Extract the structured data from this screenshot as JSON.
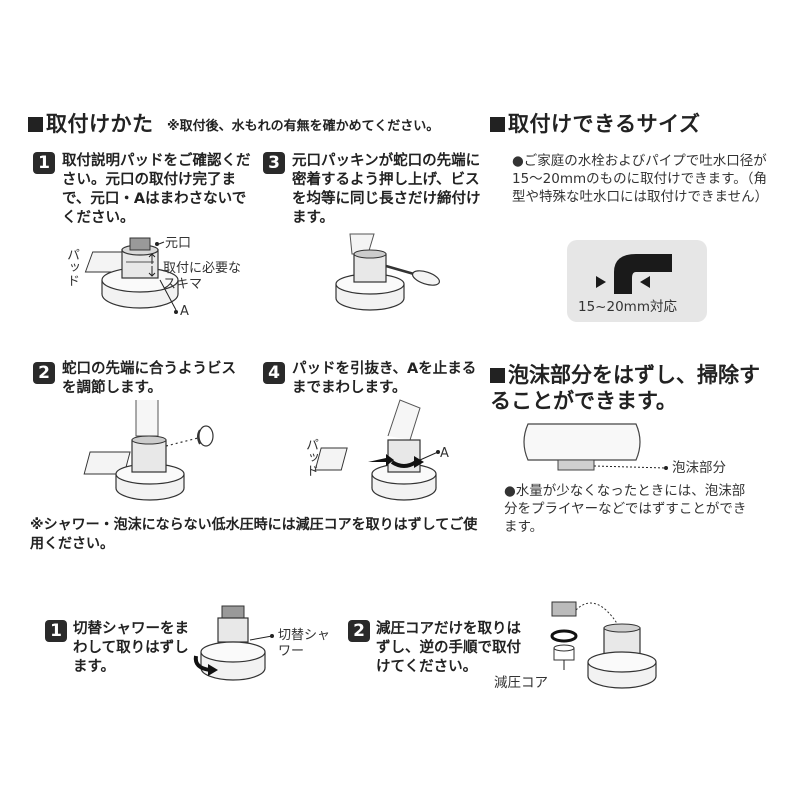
{
  "header": {
    "install_title": "取付けかた",
    "install_note": "※取付後、水もれの有無を確かめてください。",
    "size_title": "取付けできるサイズ"
  },
  "steps_top": [
    {
      "num": "1",
      "text": "取付説明パッドをご確認ください。元口の取付け完了まで、元口・Aはまわさないでください。"
    },
    {
      "num": "3",
      "text": "元口パッキンが蛇口の先端に密着するよう押し上げ、ビスを均等に同じ長さだけ締付けます。"
    },
    {
      "num": "2",
      "text": "蛇口の先端に合うようビスを調節します。"
    },
    {
      "num": "4",
      "text": "パッドを引抜き、Aを止まるまでまわします。"
    }
  ],
  "labels": {
    "motoguchi": "元口",
    "pad": "パッド",
    "gap": "取付に必要なスキマ",
    "a": "A",
    "pad2": "パッド",
    "a2": "A",
    "foam_part": "泡沫部分",
    "switch_shower": "切替シャワー",
    "reducer_core": "減圧コア"
  },
  "size": {
    "text": "ご家庭の水栓およびパイプで吐水口径が15～20mmのものに取付けできます。（角型や特殊な吐水口には取付けできません）",
    "range": "15~20mm対応"
  },
  "foam": {
    "title": "泡沫部分をはずし、掃除することができます。",
    "note": "水量が少なくなったときには、泡沫部分をプライヤーなどではずすことができます。"
  },
  "low_pressure_note": "※シャワー・泡沫にならない低水圧時には減圧コアを取りはずしてご使用ください。",
  "steps_bottom": [
    {
      "num": "1",
      "text": "切替シャワーをまわして取りはずします。"
    },
    {
      "num": "2",
      "text": "減圧コアだけを取りはずし、逆の手順で取付けてください。"
    }
  ],
  "bullet": "●",
  "colors": {
    "ink": "#222222",
    "panel": "#e6e6e6",
    "accent_dark": "#2a2a2a"
  }
}
